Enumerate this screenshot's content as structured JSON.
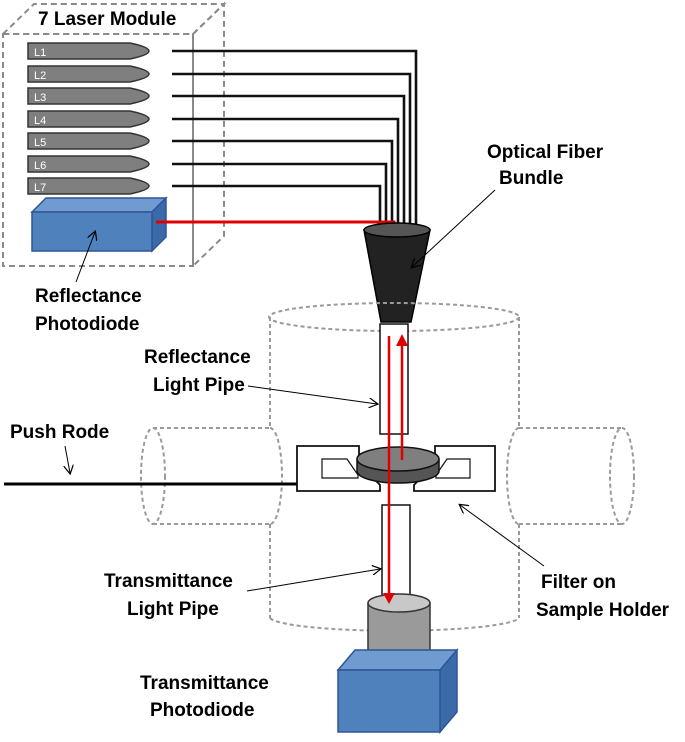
{
  "diagram": {
    "title": "7 Laser Module",
    "lasers": [
      "L1",
      "L2",
      "L3",
      "L4",
      "L5",
      "L6",
      "L7"
    ],
    "labels": {
      "optical_fiber_line1": "Optical Fiber",
      "optical_fiber_line2": "Bundle",
      "reflectance_photodiode_line1": "Reflectance",
      "reflectance_photodiode_line2": "Photodiode",
      "reflectance_pipe_line1": "Reflectance",
      "reflectance_pipe_line2": "Light Pipe",
      "push_rod": "Push Rode",
      "transmittance_pipe_line1": "Transmittance",
      "transmittance_pipe_line2": "Light Pipe",
      "filter_line1": "Filter on",
      "filter_line2": "Sample Holder",
      "transmittance_photodiode_line1": "Transmittance",
      "transmittance_photodiode_line2": "Photodiode"
    },
    "colors": {
      "laser_fill": "#7f7f7f",
      "photodiode_fill": "#4f81bd",
      "beam": "#e00000",
      "bundle": "#222222",
      "chamber_outline": "#9a9a9a",
      "detector_gray": "#9a9a9a"
    }
  }
}
